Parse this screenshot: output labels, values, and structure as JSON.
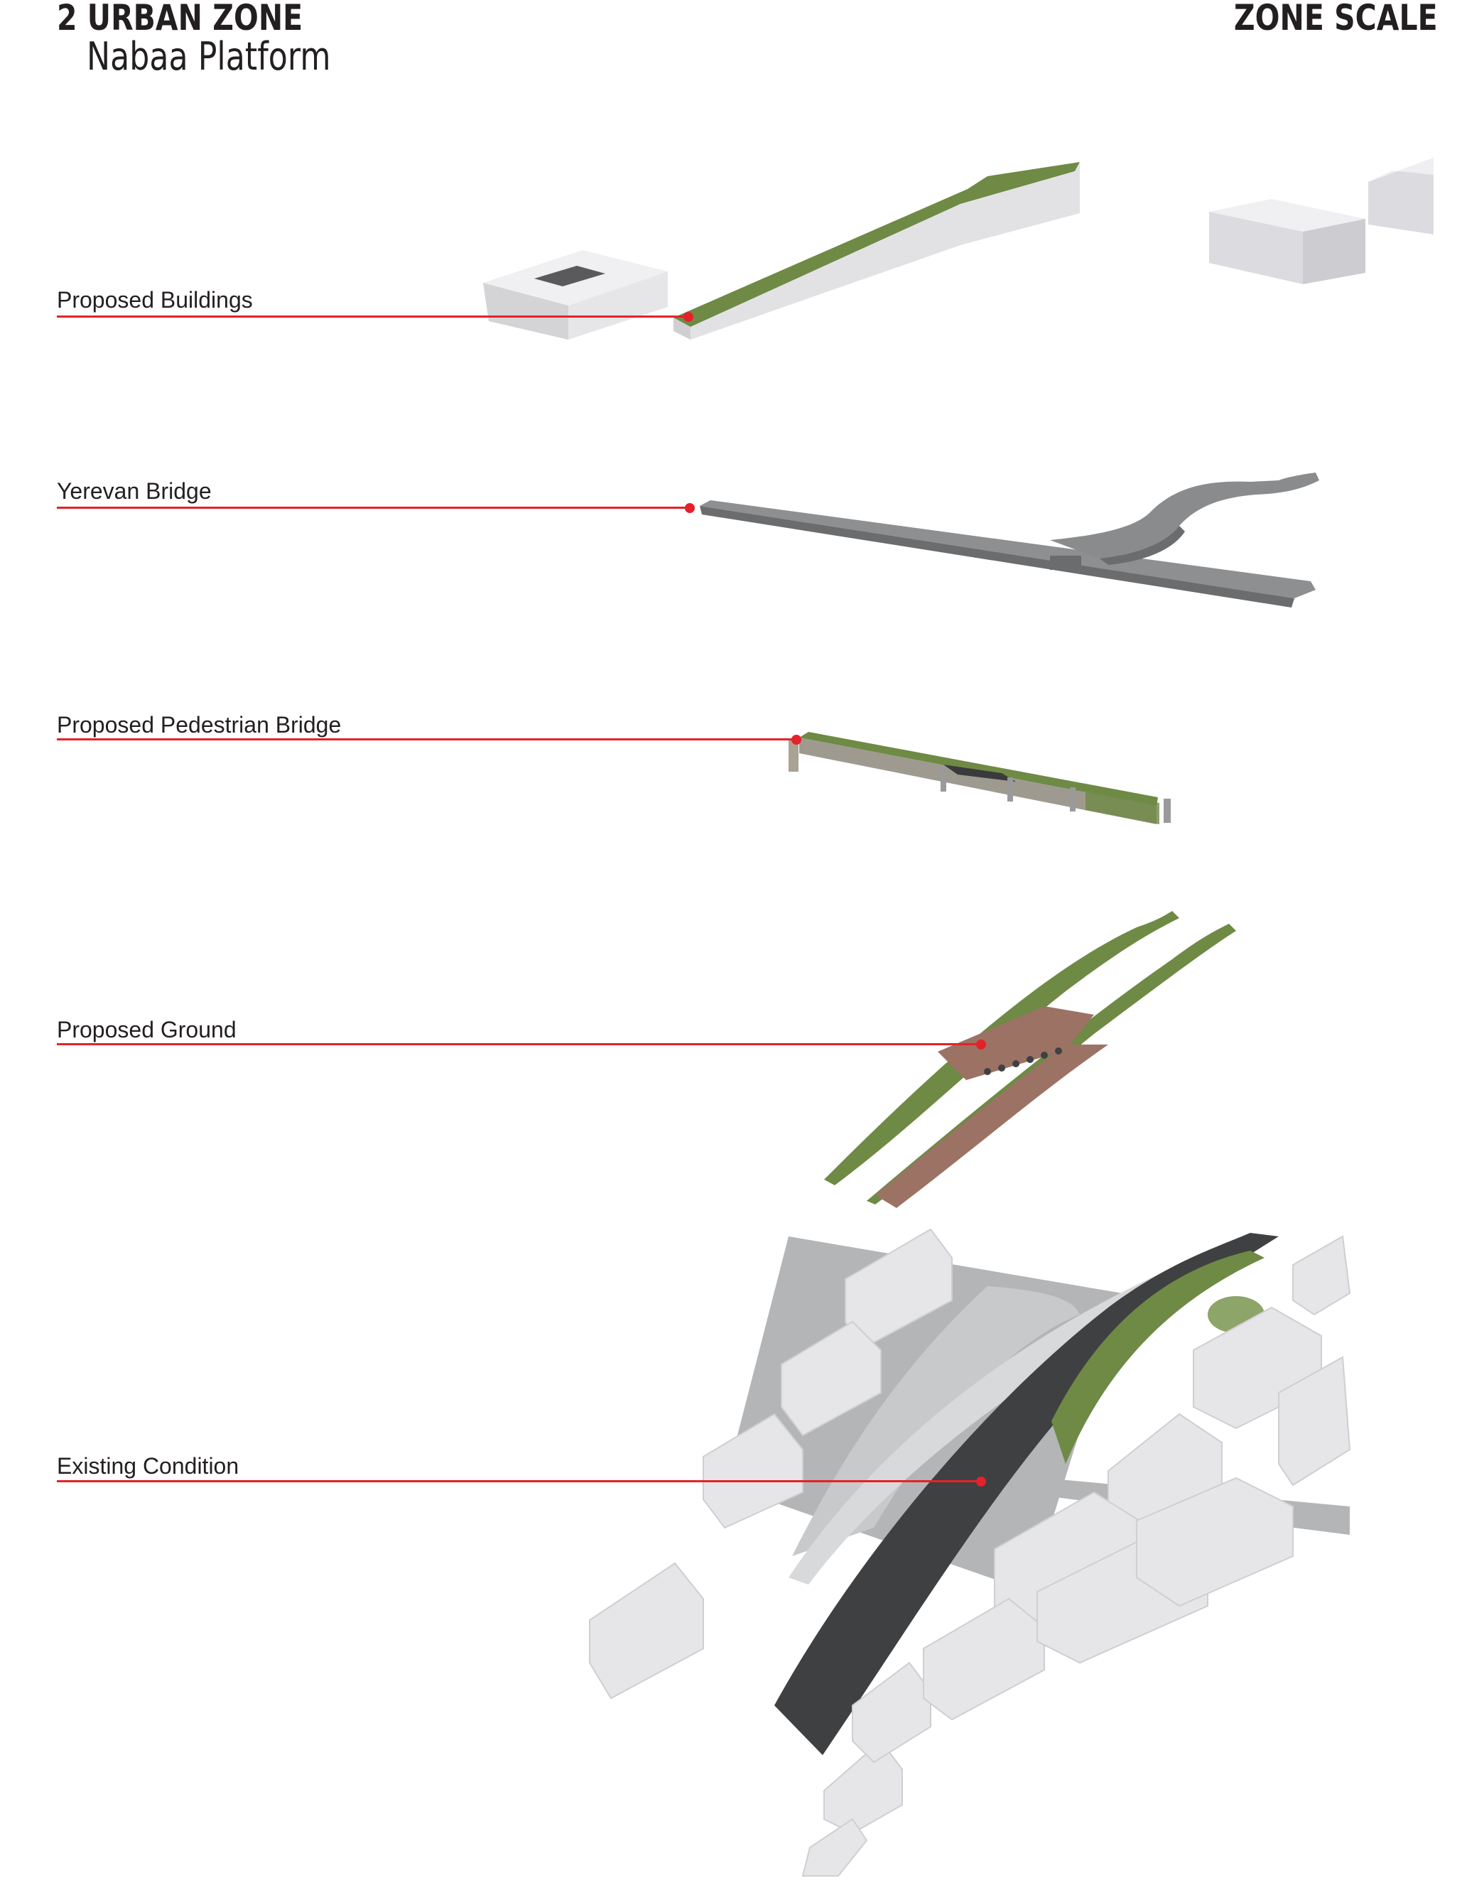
{
  "header": {
    "title": "2 URBAN ZONE",
    "subtitle": "Nabaa Platform",
    "scale": "ZONE SCALE"
  },
  "layers": [
    {
      "label": "Proposed Buildings"
    },
    {
      "label": "Yerevan Bridge"
    },
    {
      "label": "Proposed Pedestrian Bridge"
    },
    {
      "label": "Proposed Ground"
    },
    {
      "label": "Existing Condition"
    }
  ],
  "colors": {
    "leader": "#e4222a",
    "grass": "#6e8a45",
    "massing": "#dcdcde",
    "bridge": "#8e8f91",
    "ground_paving": "#9c7264",
    "highway": "#3f4042"
  }
}
